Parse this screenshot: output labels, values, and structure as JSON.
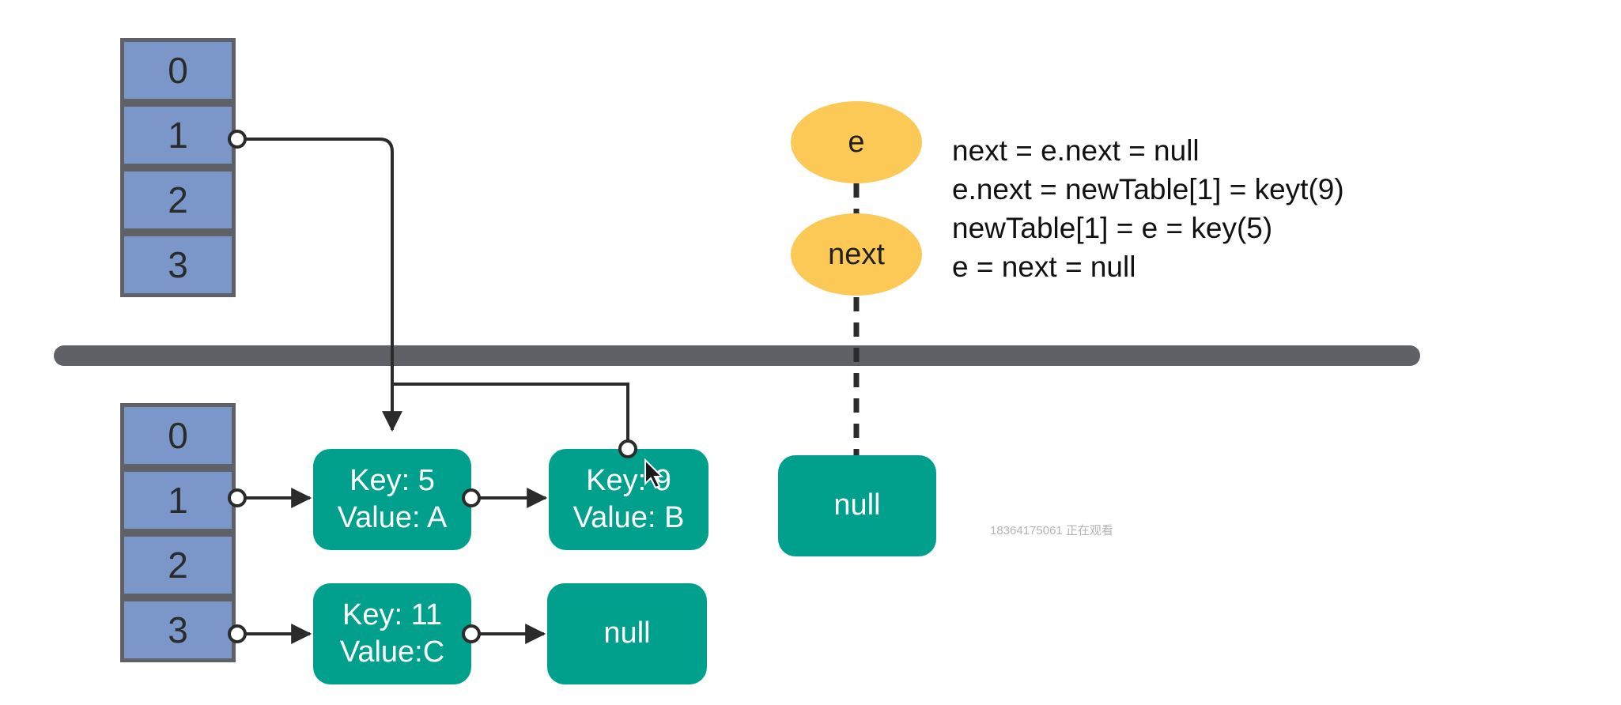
{
  "old_table": {
    "indices": [
      "0",
      "1",
      "2",
      "3"
    ]
  },
  "new_table": {
    "indices": [
      "0",
      "1",
      "2",
      "3"
    ]
  },
  "pointers": {
    "e_label": "e",
    "next_label": "next"
  },
  "code_lines": [
    "next = e.next = null",
    "e.next = newTable[1] = keyt(9)",
    "newTable[1] = e = key(5)",
    "e = next = null"
  ],
  "nodes": {
    "node_5": {
      "key": "Key: 5",
      "value": "Value: A"
    },
    "node_9": {
      "key": "Key: 9",
      "value": "Value: B"
    },
    "node_11": {
      "key": "Key: 11",
      "value": "Value:C"
    },
    "null_row3": "null",
    "null_next": "null"
  },
  "watermark": "18364175061 正在观看",
  "colors": {
    "bucket": "#7b97c9",
    "bucket_border": "#5f6166",
    "node": "#00a08c",
    "pointer": "#fcc957",
    "wire": "#2b2b2b"
  }
}
